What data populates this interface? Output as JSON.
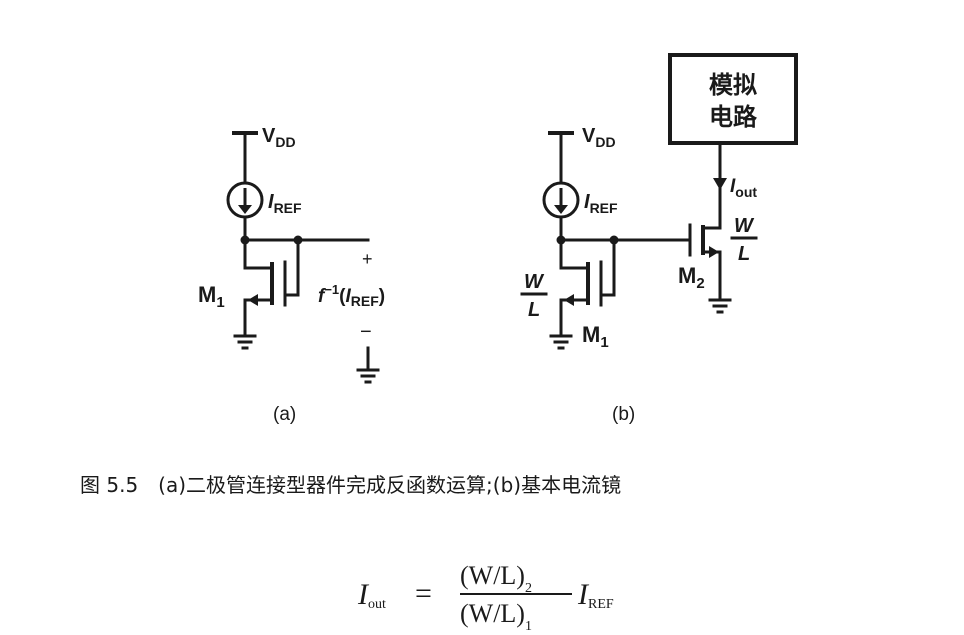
{
  "figure": {
    "circuit_a": {
      "supply": "V",
      "supply_sub": "DD",
      "source": "I",
      "source_sub": "REF",
      "transistor": "M",
      "transistor_sub": "1",
      "plus": "+",
      "minus": "−",
      "voltage_f": "f",
      "voltage_exp": "−1",
      "voltage_paren_open": "(",
      "voltage_I": "I",
      "voltage_sub": "REF",
      "voltage_paren_close": ")",
      "panel_label": "(a)"
    },
    "circuit_b": {
      "supply": "V",
      "supply_sub": "DD",
      "source": "I",
      "source_sub": "REF",
      "m1": "M",
      "m1_sub": "1",
      "m2": "M",
      "m2_sub": "2",
      "wl_m1_num": "W",
      "wl_m1_den": "L",
      "wl_m2_num": "W",
      "wl_m2_den": "L",
      "iout": "I",
      "iout_sub": "out",
      "block_line1": "模拟",
      "block_line2": "电路",
      "panel_label": "(b)"
    },
    "caption": "图 5.5　(a)二极管连接型器件完成反函数运算;(b)基本电流镜",
    "equation": {
      "lhs": "I",
      "lhs_sub": "out",
      "equals": "=",
      "num": "(W/L)",
      "num_sub": "2",
      "den": "(W/L)",
      "den_sub": "1",
      "rhs": "I",
      "rhs_sub": "REF"
    }
  }
}
